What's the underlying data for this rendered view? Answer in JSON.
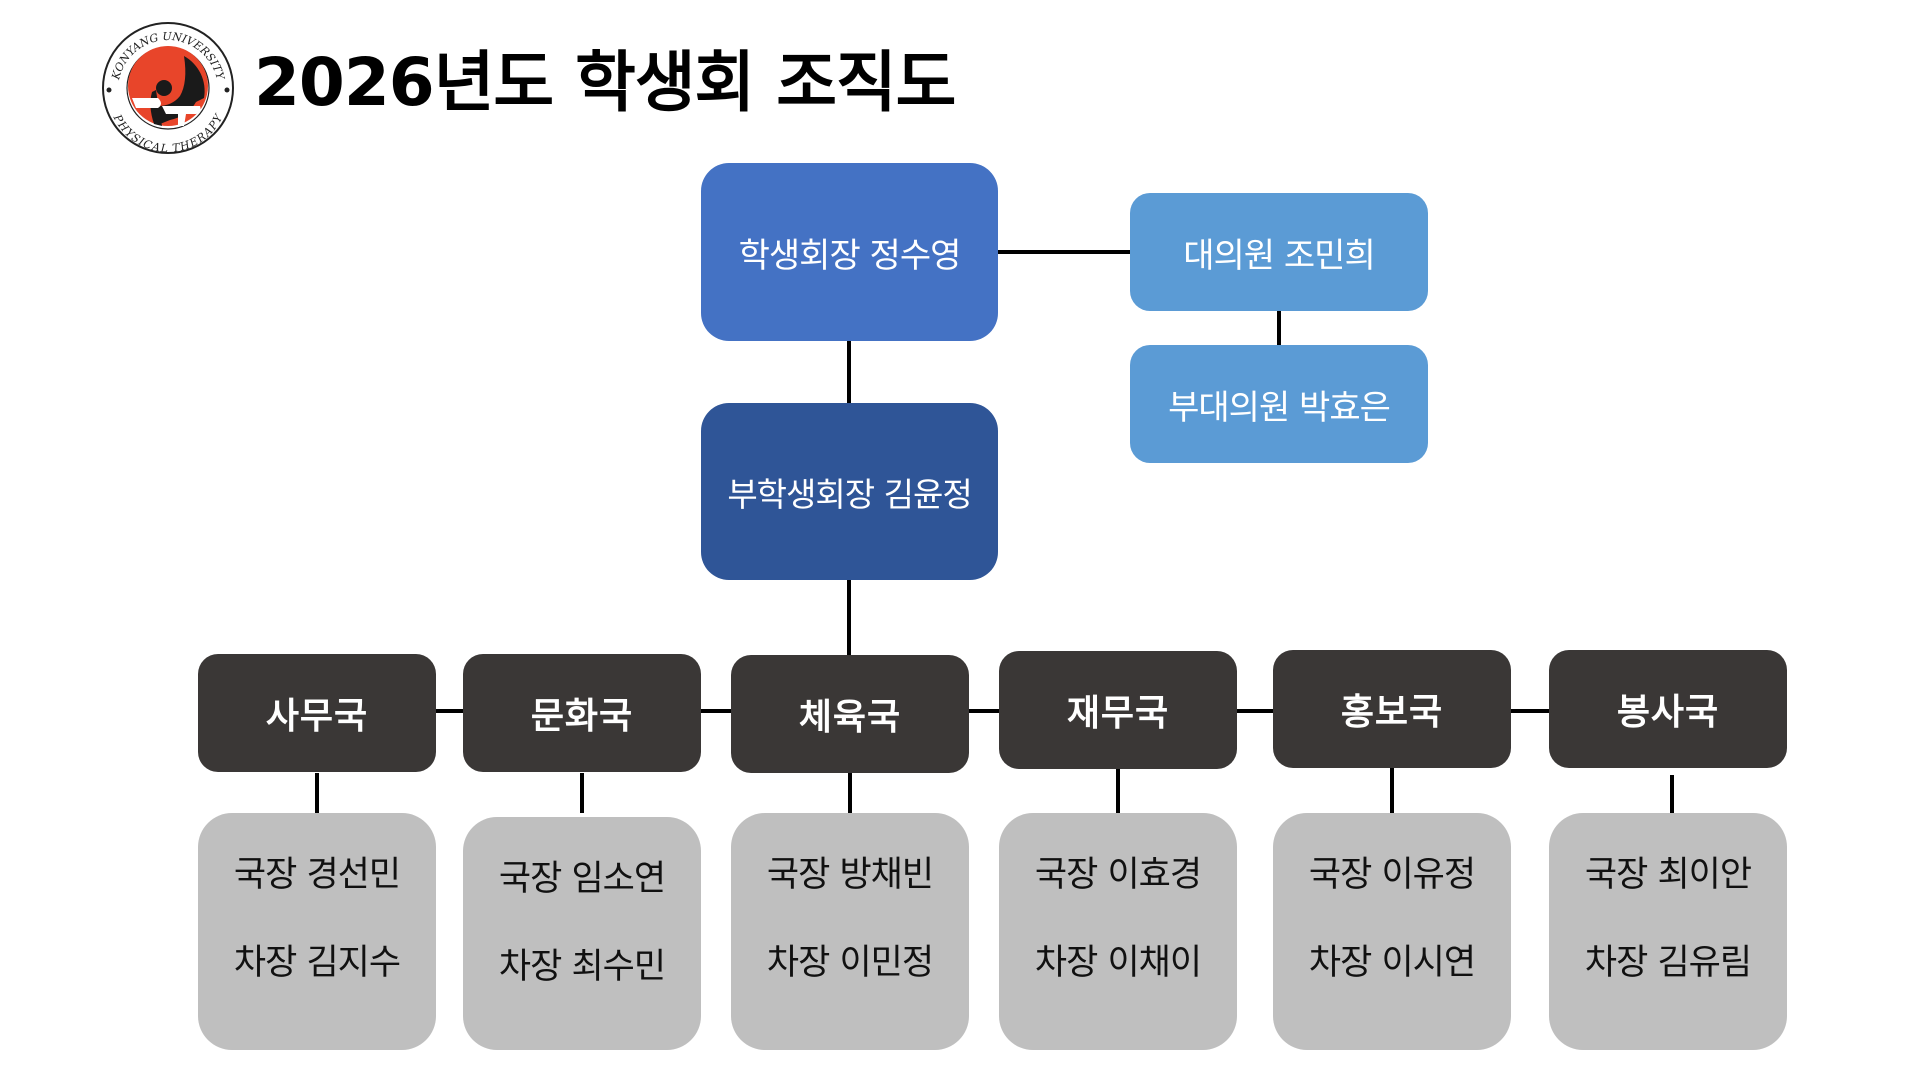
{
  "header": {
    "logo": {
      "top_text": "KONYANG UNIVERSITY",
      "bottom_text": "PHYSICAL THERAPY",
      "accent_color": "#E8452A"
    },
    "title": "2026년도 학생회 조직도"
  },
  "colors": {
    "president": "#4472C4",
    "vice_president": "#2F5597",
    "council": "#5B9BD5",
    "department": "#3A3736",
    "department_members": "#BFBFBF",
    "connector": "#000000"
  },
  "org": {
    "president": "학생회장 정수영",
    "vice_president": "부학생회장 김윤정",
    "council": {
      "chair": "대의원 조민희",
      "vice_chair": "부대의원 박효은"
    },
    "departments": [
      {
        "name": "사무국",
        "director": "국장 경선민",
        "deputy": "차장 김지수"
      },
      {
        "name": "문화국",
        "director": "국장 임소연",
        "deputy": "차장 최수민"
      },
      {
        "name": "체육국",
        "director": "국장 방채빈",
        "deputy": "차장 이민정"
      },
      {
        "name": "재무국",
        "director": "국장 이효경",
        "deputy": "차장 이채이"
      },
      {
        "name": "홍보국",
        "director": "국장 이유정",
        "deputy": "차장 이시연"
      },
      {
        "name": "봉사국",
        "director": "국장 최이안",
        "deputy": "차장 김유림"
      }
    ]
  }
}
